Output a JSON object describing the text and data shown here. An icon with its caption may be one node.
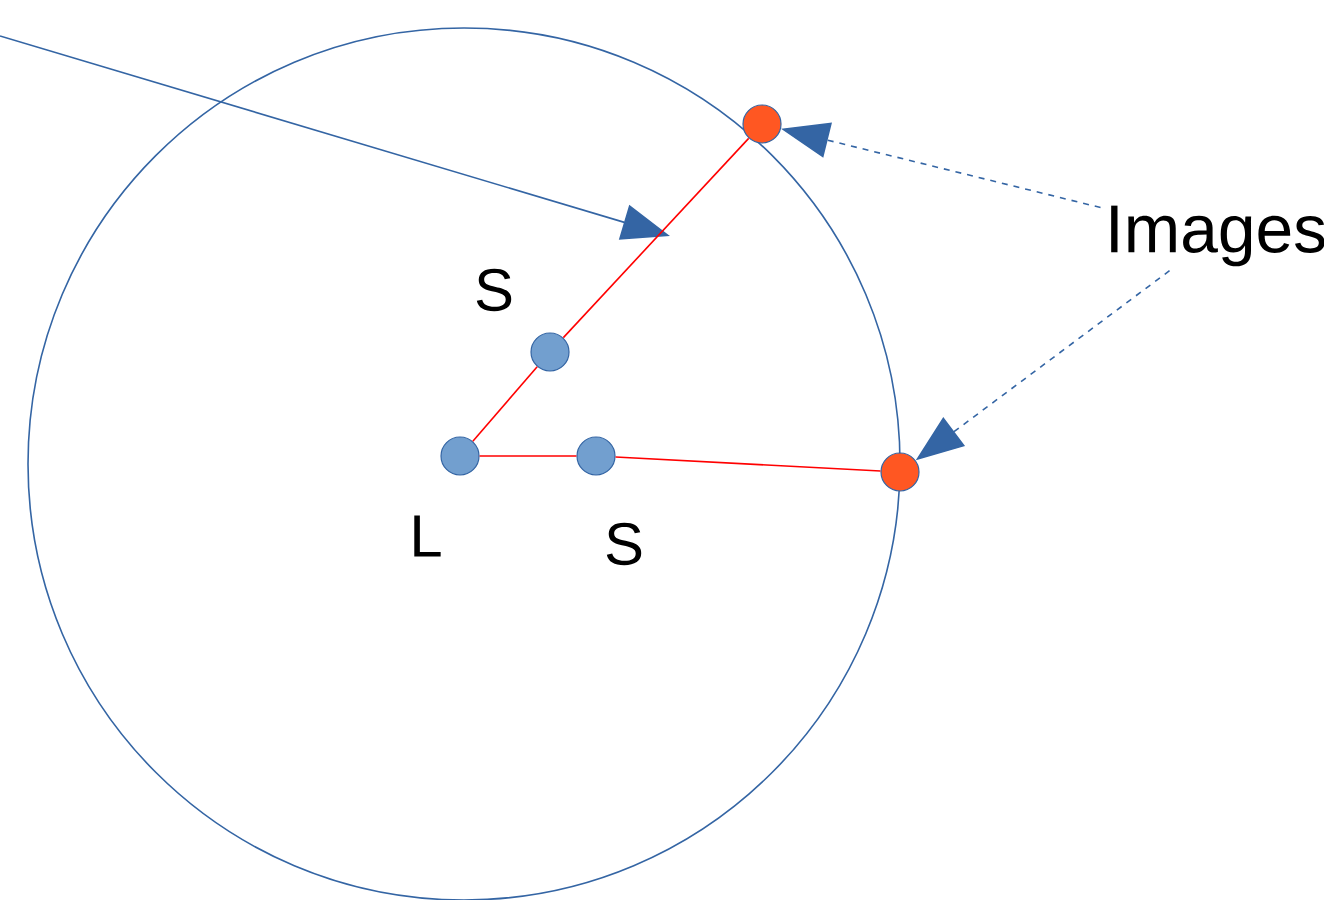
{
  "diagram": {
    "nodes": [
      {
        "text": [],
        "shape": "circle"
      },
      {
        "text": [],
        "shape": "circle",
        "in": 0,
        "beside": [
          "L"
        ]
      },
      {
        "text": [],
        "shape": "circle",
        "in": 0,
        "beside": [
          "S"
        ]
      },
      {
        "text": [],
        "shape": "circle",
        "in": 0,
        "beside": [
          "S"
        ]
      },
      {
        "text": [],
        "shape": "circle",
        "in": 0
      },
      {
        "text": [],
        "shape": "circle",
        "in": 0
      },
      {
        "text": [
          "Images"
        ]
      }
    ],
    "edges": [
      {
        "from": 1,
        "to": 2,
        "arrow": "none",
        "color": "#ff0000"
      },
      {
        "from": 2,
        "to": 4,
        "arrow": "none",
        "color": "#ff0000"
      },
      {
        "from": 1,
        "to": 3,
        "arrow": "none",
        "color": "#ff0000"
      },
      {
        "from": 3,
        "to": 5,
        "arrow": "none",
        "color": "#ff0000"
      },
      {
        "from": 6,
        "to": 4,
        "arrow": "to",
        "style": "dashed",
        "color": "#3465a4"
      },
      {
        "from": 6,
        "to": 5,
        "arrow": "to",
        "style": "dashed",
        "color": "#3465a4"
      }
    ]
  }
}
